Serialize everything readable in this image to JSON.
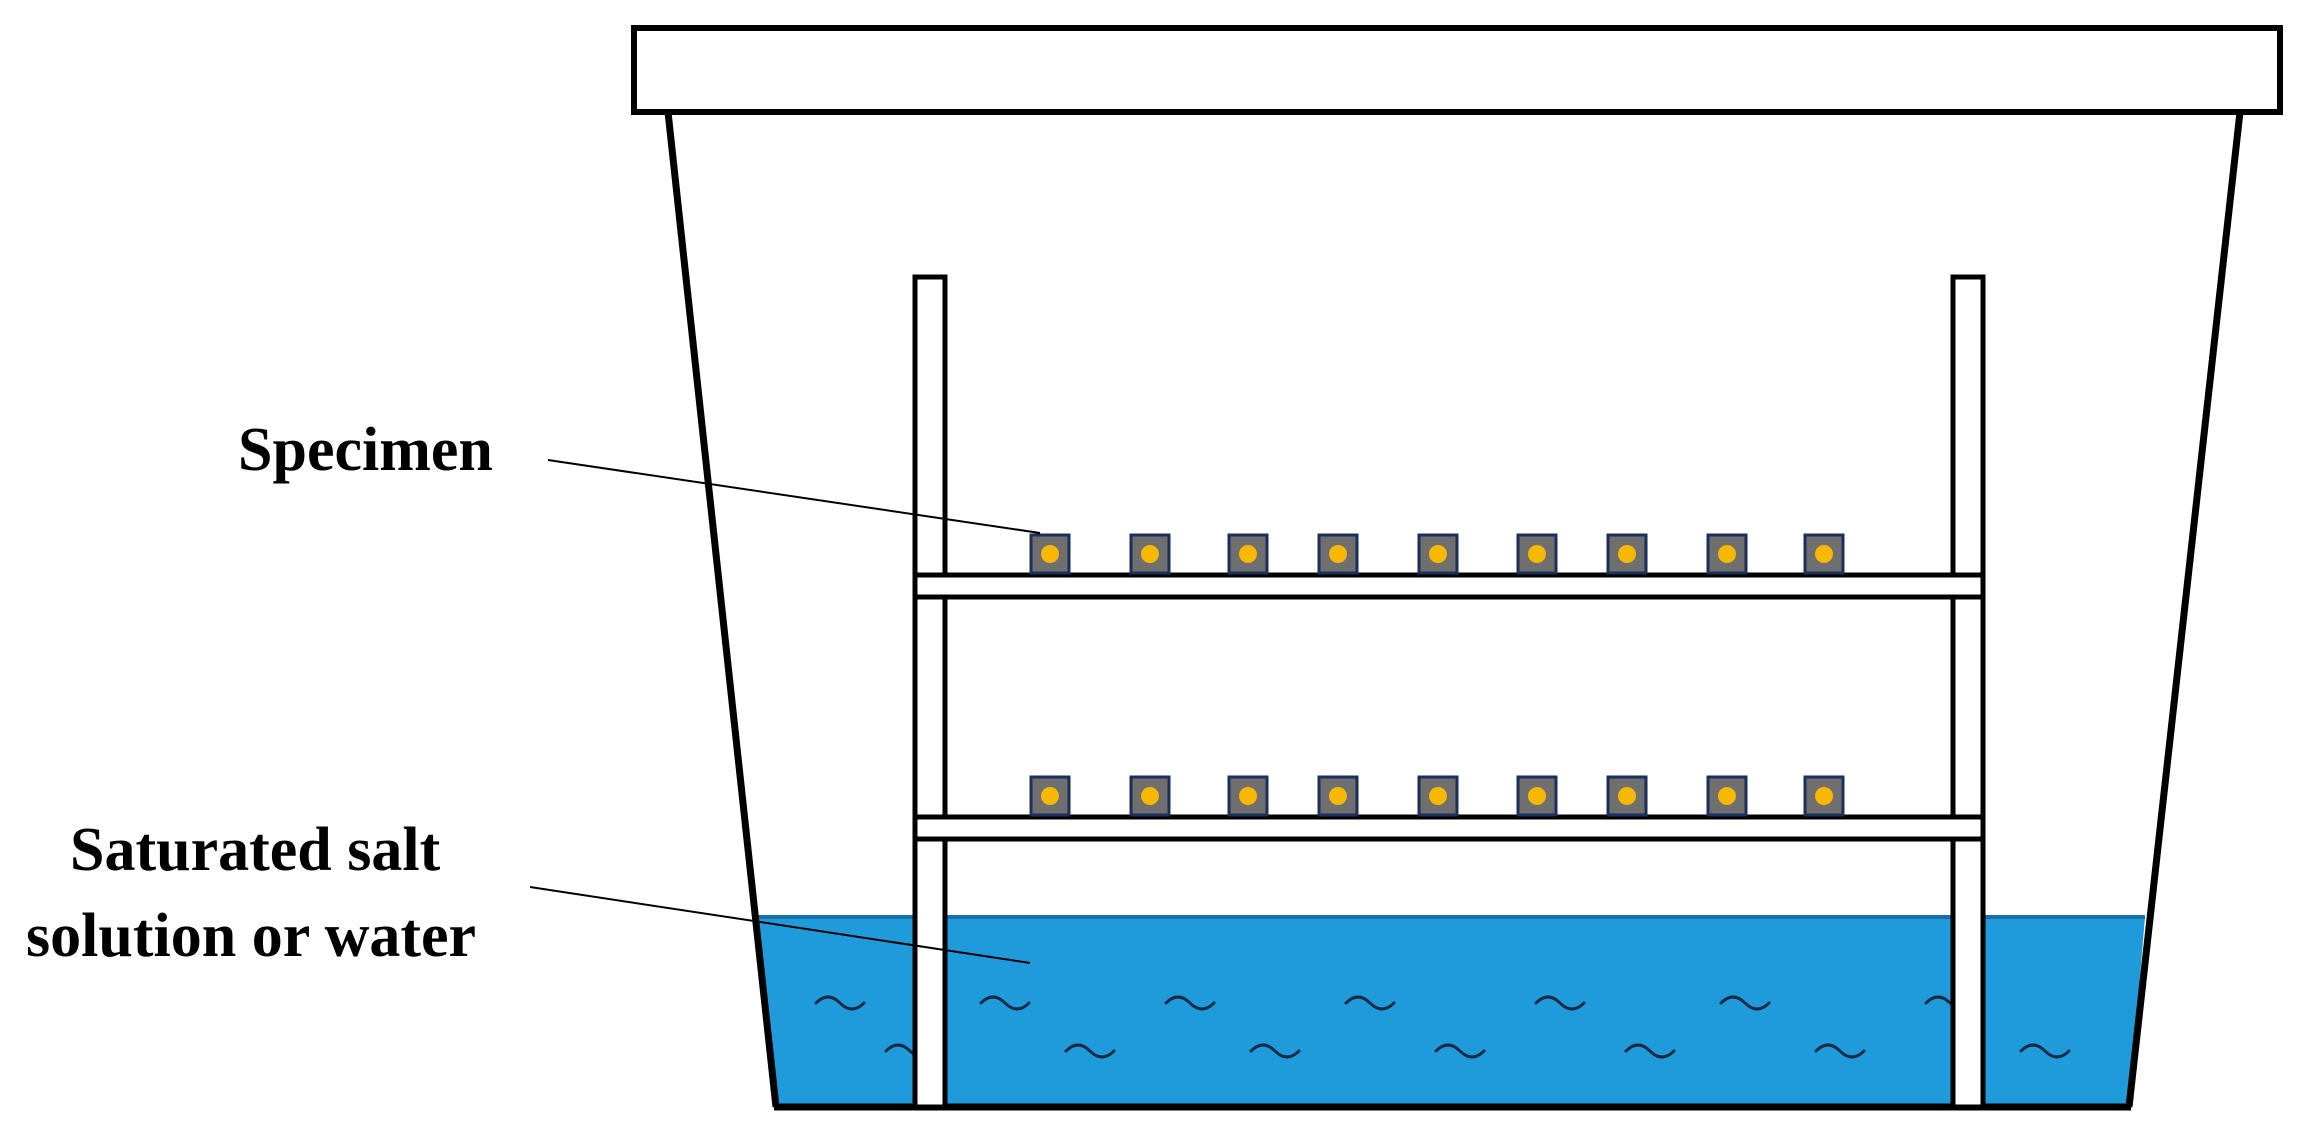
{
  "labels": {
    "specimen": "Specimen",
    "solution_line1": "Saturated salt",
    "solution_line2": "solution or water"
  },
  "colors": {
    "water": "#1f9bdb",
    "specimen_fill": "#6f6f6f",
    "specimen_border": "#1a2f5a",
    "specimen_dot": "#f6b800",
    "outline": "#000000",
    "background": "#ffffff"
  },
  "specimens": {
    "upper_row_count": 9,
    "lower_row_count": 9
  }
}
